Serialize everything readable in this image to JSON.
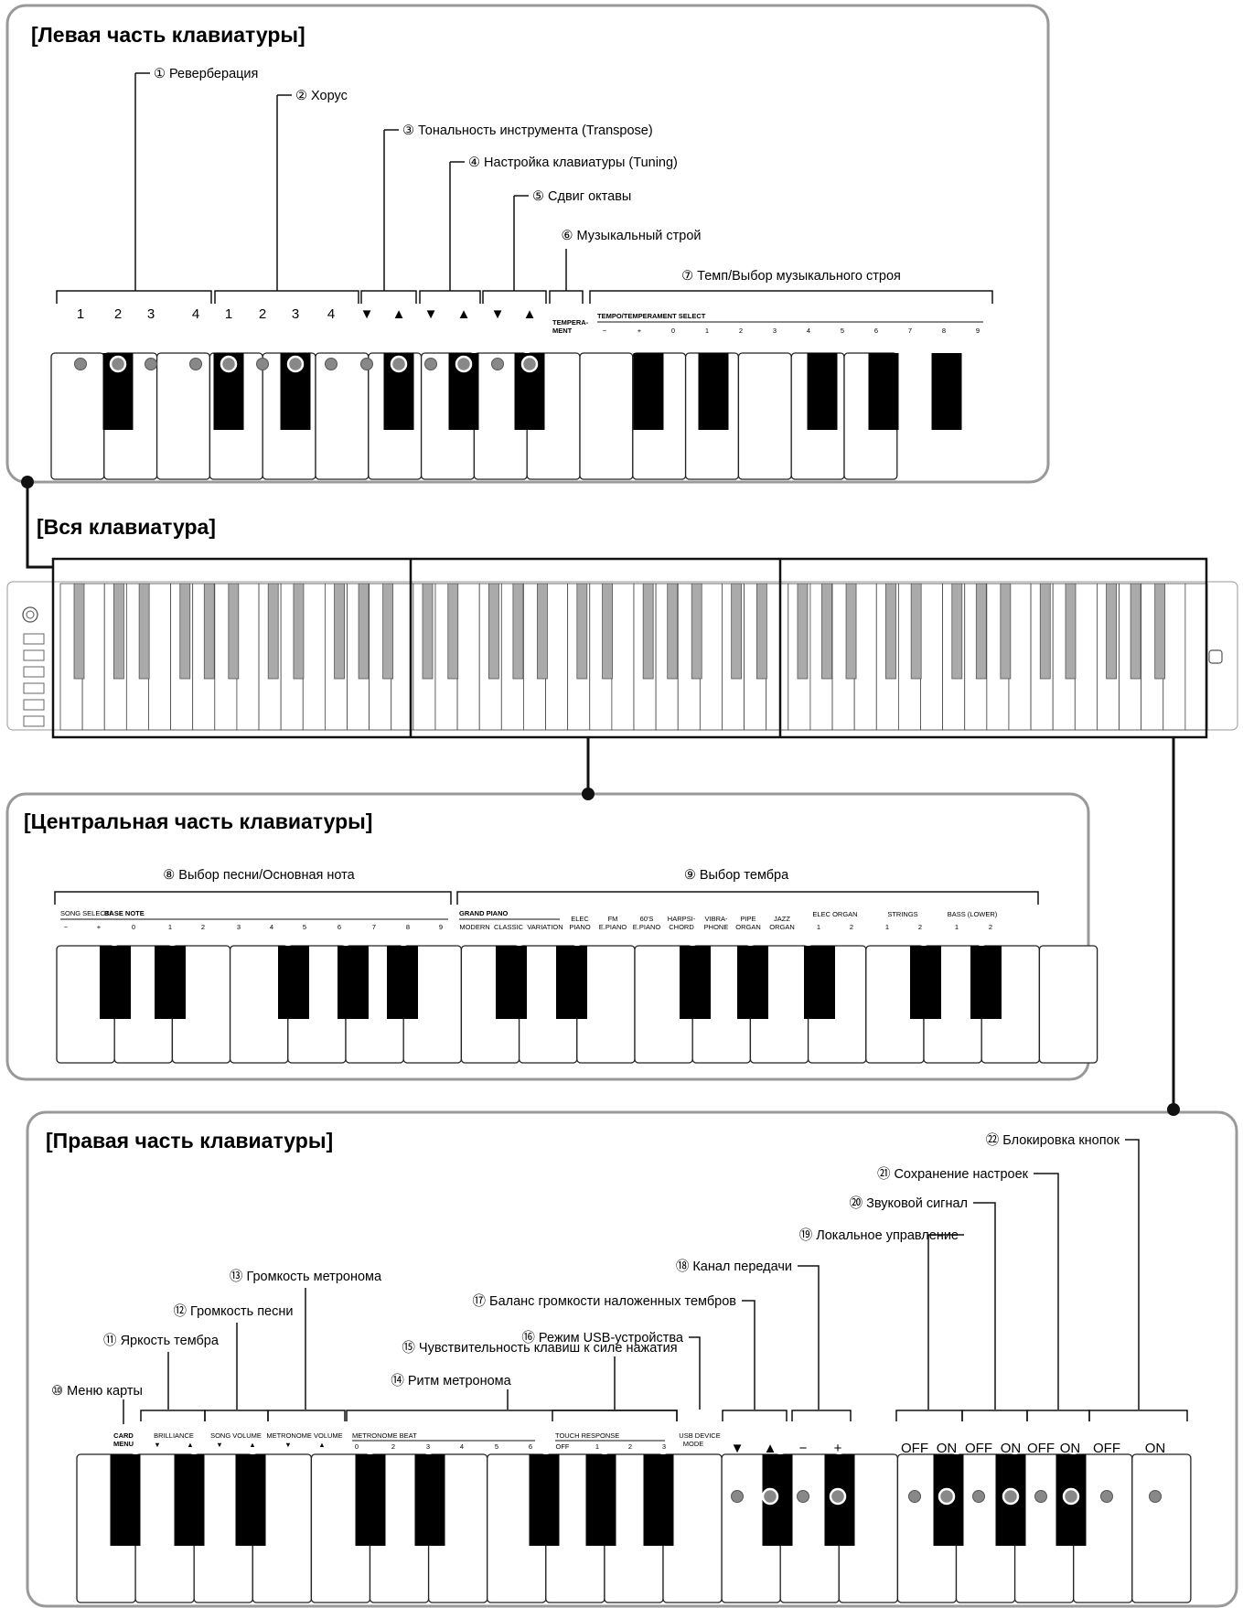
{
  "sections": {
    "left": {
      "title": "[Левая часть клавиатуры]",
      "callouts": [
        "① Реверберация",
        "② Хорус",
        "③ Тональность инструмента (Transpose)",
        "④ Настройка клавиатуры (Tuning)",
        "⑤ Сдвиг октавы",
        "⑥ Музыкальный строй",
        "⑦ Темп/Выбор музыкального строя"
      ],
      "key_numbers": [
        "1",
        "2",
        "3",
        "4",
        "1",
        "2",
        "3",
        "4"
      ],
      "arrows": [
        "▼",
        "▲",
        "▼",
        "▲",
        "▼",
        "▲"
      ],
      "temperament_label": [
        "TEMPERA-",
        "MENT"
      ],
      "tempo_header": "TEMPO/TEMPERAMENT SELECT",
      "tempo_keys": [
        "−",
        "+",
        "0",
        "1",
        "2",
        "3",
        "4",
        "5",
        "6",
        "7",
        "8",
        "9"
      ]
    },
    "whole": {
      "title": "[Вся клавиатура]"
    },
    "center": {
      "title": "[Центральная часть клавиатуры]",
      "callouts": [
        "⑧ Выбор песни/Основная нота",
        "⑨ Выбор тембра"
      ],
      "song_header_a": "SONG SELECT/",
      "song_header_b": "BASE NOTE",
      "song_keys": [
        "−",
        "+",
        "0",
        "1",
        "2",
        "3",
        "4",
        "5",
        "6",
        "7",
        "8",
        "9"
      ],
      "grand_piano": "GRAND PIANO",
      "tone_labels": [
        [
          "MODERN"
        ],
        [
          "CLASSIC"
        ],
        [
          "VARIATION"
        ],
        [
          "ELEC",
          "PIANO"
        ],
        [
          "FM",
          "E.PIANO"
        ],
        [
          "60'S",
          "E.PIANO"
        ],
        [
          "HARPSI-",
          "CHORD"
        ],
        [
          "VIBRA-",
          "PHONE"
        ],
        [
          "PIPE",
          "ORGAN"
        ],
        [
          "JAZZ",
          "ORGAN"
        ]
      ],
      "group_labels": [
        "ELEC ORGAN",
        "STRINGS",
        "BASS (LOWER)"
      ],
      "group_nums": [
        "1",
        "2",
        "1",
        "2",
        "1",
        "2"
      ]
    },
    "right": {
      "title": "[Правая часть клавиатуры]",
      "callouts": [
        "⑩ Меню карты",
        "⑪ Яркость тембра",
        "⑫ Громкость песни",
        "⑬ Громкость метронома",
        "⑭ Ритм метронома",
        "⑮ Чувствительность клавиш к силе нажатия",
        "⑯ Режим USB-устройства",
        "⑰ Баланс громкости наложенных тембров",
        "⑱ Канал передачи",
        "⑲ Локальное управление",
        "⑳ Звуковой сигнал",
        "㉑ Сохранение настроек",
        "㉒ Блокировка кнопок"
      ],
      "card_menu": [
        "CARD",
        "MENU"
      ],
      "brilliance": "BRILLIANCE",
      "song_volume": "SONG VOLUME",
      "metronome_volume": "METRONOME VOLUME",
      "metronome_beat": "METRONOME BEAT",
      "beat_keys": [
        "0",
        "2",
        "3",
        "4",
        "5",
        "6"
      ],
      "touch_response": "TOUCH RESPONSE",
      "touch_keys": [
        "OFF",
        "1",
        "2",
        "3"
      ],
      "usb_mode": [
        "USB DEVICE",
        "MODE"
      ],
      "small_arrows": [
        "▼",
        "▲"
      ],
      "big_arrows": [
        "▼",
        "▲"
      ],
      "plus_minus": [
        "−",
        "+"
      ],
      "onoff": [
        "OFF",
        "ON",
        "OFF",
        "ON",
        "OFF",
        "ON",
        "OFF",
        "ON"
      ]
    }
  }
}
